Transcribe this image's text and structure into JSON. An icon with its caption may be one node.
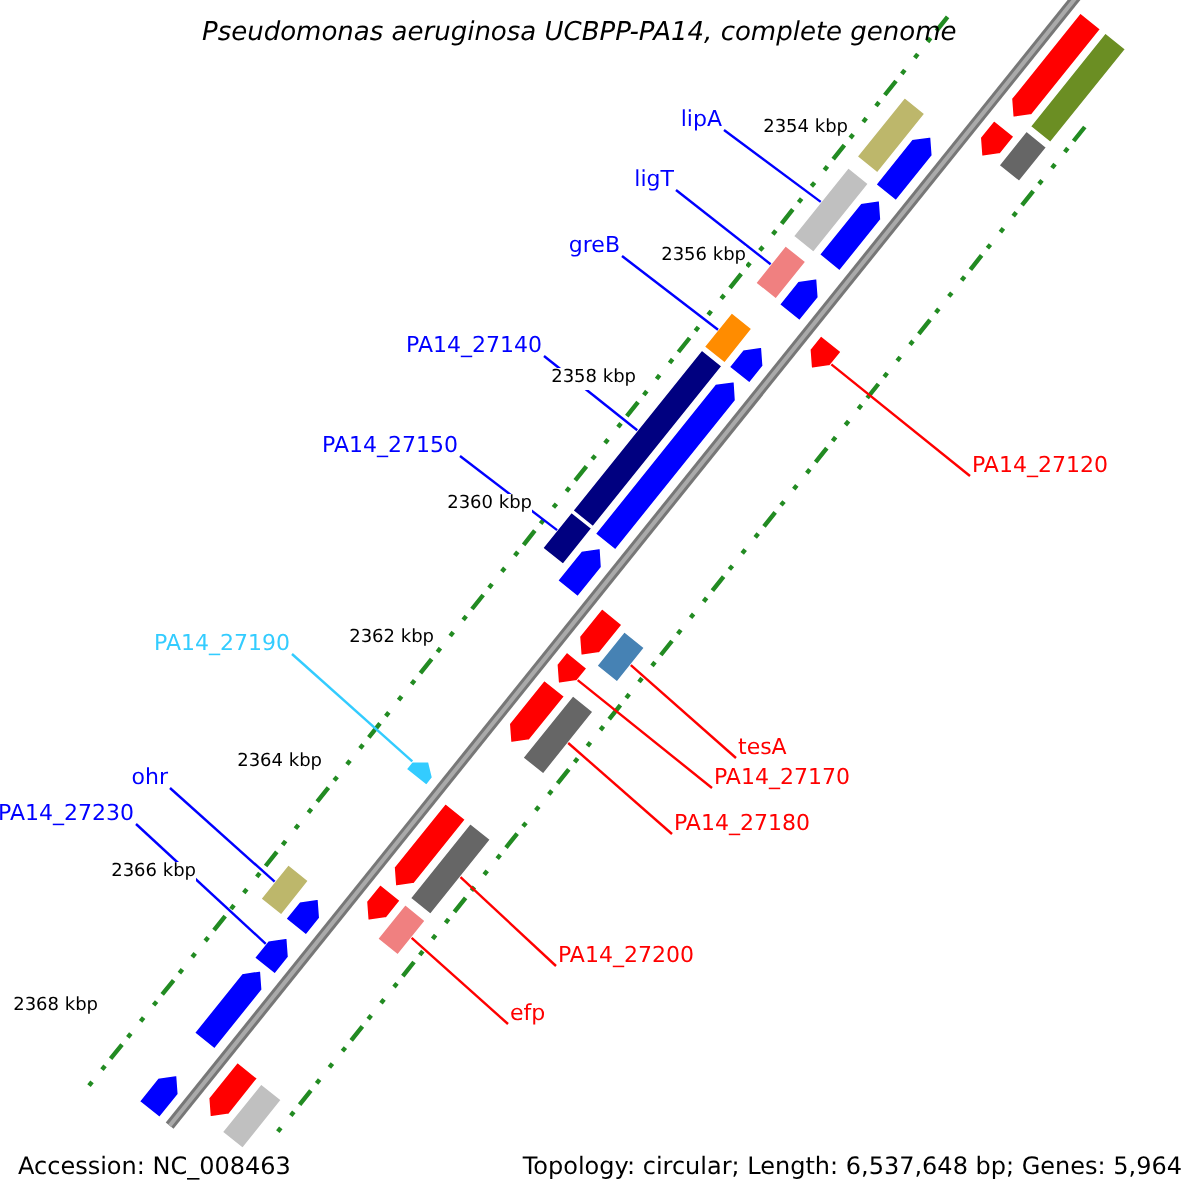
{
  "diagram": {
    "title": "Pseudomonas aeruginosa UCBPP-PA14, complete genome",
    "nodes": [
      {
        "text": [
          "lipA"
        ]
      },
      {
        "text": [
          "ligT"
        ]
      },
      {
        "text": [
          "greB"
        ]
      },
      {
        "text": [
          "PA14_27140"
        ]
      },
      {
        "text": [
          "PA14_27150"
        ]
      },
      {
        "text": [
          "PA14_27120"
        ]
      },
      {
        "text": [
          "PA14_27190"
        ]
      },
      {
        "text": [
          "tesA"
        ]
      },
      {
        "text": [
          "ohr"
        ]
      },
      {
        "text": [
          "PA14_27170"
        ]
      },
      {
        "text": [
          "PA14_27230"
        ]
      },
      {
        "text": [
          "PA14_27180"
        ]
      },
      {
        "text": [
          "PA14_27200"
        ]
      },
      {
        "text": [
          "efp"
        ]
      },
      {
        "text": [],
        "shape": "pentagon"
      },
      {
        "text": [],
        "shape": "bar"
      },
      {
        "text": [],
        "shape": "bar"
      },
      {
        "text": [],
        "shape": "pentagon"
      },
      {
        "text": [],
        "shape": "bar"
      },
      {
        "text": [],
        "shape": "pentagon"
      },
      {
        "text": [],
        "shape": "bar"
      },
      {
        "text": [],
        "shape": "pentagon"
      },
      {
        "text": [],
        "shape": "bar"
      },
      {
        "text": [],
        "shape": "pentagon"
      },
      {
        "text": [],
        "shape": "pentagon"
      },
      {
        "text": [],
        "shape": "bar"
      },
      {
        "text": [],
        "shape": "pentagon"
      },
      {
        "text": [],
        "shape": "bar"
      },
      {
        "text": [],
        "shape": "pentagon"
      },
      {
        "text": [],
        "shape": "bar"
      },
      {
        "text": [],
        "shape": "pentagon"
      },
      {
        "text": [],
        "shape": "pentagon"
      },
      {
        "text": [],
        "shape": "bar"
      },
      {
        "text": [],
        "shape": "pentagon"
      },
      {
        "text": [],
        "shape": "bar"
      },
      {
        "text": [],
        "shape": "pentagon"
      },
      {
        "text": [],
        "shape": "pentagon"
      },
      {
        "text": [],
        "shape": "pentagon"
      },
      {
        "text": [],
        "shape": "bar"
      },
      {
        "text": [],
        "shape": "pentagon"
      },
      {
        "text": [],
        "shape": "bar"
      },
      {
        "text": [],
        "shape": "bar"
      },
      {
        "text": [],
        "shape": "pentagon"
      },
      {
        "text": [],
        "shape": "pentagon"
      },
      {
        "text": [],
        "shape": "pentagon"
      },
      {
        "text": [],
        "shape": "pentagon"
      },
      {
        "text": [],
        "shape": "bar"
      },
      {
        "text": [],
        "shape": "pentagon"
      }
    ],
    "edges": [
      {
        "from": 0,
        "to": 20,
        "arrow": "none"
      },
      {
        "from": 1,
        "to": 22,
        "arrow": "none"
      },
      {
        "from": 2,
        "to": 25,
        "arrow": "none"
      },
      {
        "from": 3,
        "to": 27,
        "arrow": "none"
      },
      {
        "from": 4,
        "to": 29,
        "arrow": "none"
      },
      {
        "from": 5,
        "to": 24,
        "arrow": "none",
        "color": "#ff0000"
      },
      {
        "from": 6,
        "to": 36,
        "arrow": "none",
        "color": "#33ccff"
      },
      {
        "from": 7,
        "to": 32,
        "arrow": "none",
        "color": "#ff0000"
      },
      {
        "from": 8,
        "to": 41,
        "arrow": "none"
      },
      {
        "from": 9,
        "to": 33,
        "arrow": "none",
        "color": "#ff0000"
      },
      {
        "from": 10,
        "to": 43,
        "arrow": "none"
      },
      {
        "from": 11,
        "to": 34,
        "arrow": "none",
        "color": "#ff0000"
      },
      {
        "from": 12,
        "to": 38,
        "arrow": "none",
        "color": "#ff0000"
      },
      {
        "from": 13,
        "to": 40,
        "arrow": "none",
        "color": "#ff0000"
      }
    ],
    "labels": [
      "2354 kbp",
      "2356 kbp",
      "2358 kbp",
      "2360 kbp",
      "2362 kbp",
      "2364 kbp",
      "2366 kbp",
      "2368 kbp",
      "Accession: NC_008463",
      "Topology: circular; Length: 6,537,648 bp; Genes: 5,964"
    ]
  }
}
